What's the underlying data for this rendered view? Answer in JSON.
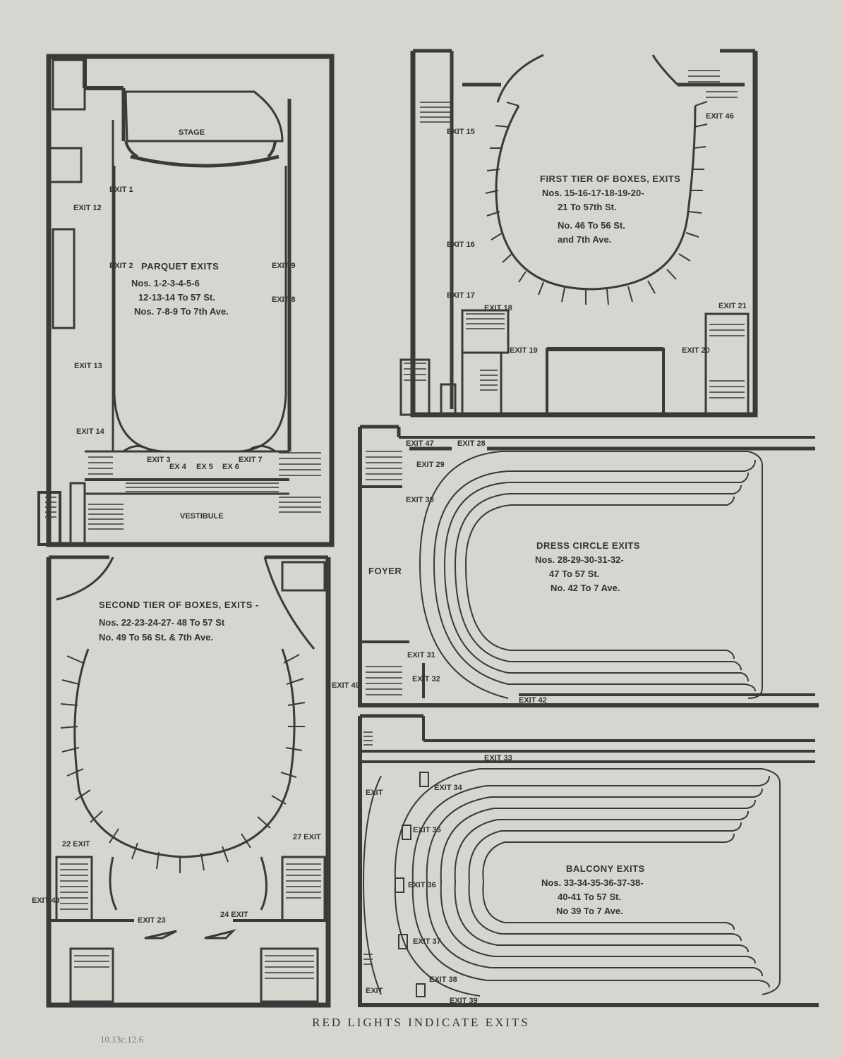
{
  "plans": {
    "parquet": {
      "stage": "STAGE",
      "vestibule": "VESTIBULE",
      "title": "PARQUET EXITS",
      "lines": [
        "Nos. 1-2-3-4-5-6",
        "12-13-14 To 57 St.",
        "Nos. 7-8-9 To 7th Ave."
      ],
      "exits": [
        "EXIT 1",
        "EXIT 2",
        "EXIT 12",
        "EXIT 13",
        "EXIT 14",
        "EXIT 3",
        "EX 4",
        "EX 5",
        "EX 6",
        "EXIT 7",
        "EXIT 9",
        "EXIT 8"
      ]
    },
    "first_tier": {
      "title": "FIRST TIER OF BOXES, EXITS",
      "lines": [
        "Nos. 15-16-17-18-19-20-",
        "21 To 57th St.",
        "No. 46 To 56 St.",
        "and 7th Ave."
      ],
      "exits": [
        "EXIT 15",
        "EXIT 16",
        "EXIT 17",
        "EXIT 18",
        "EXIT 19",
        "EXIT 20",
        "EXIT 21",
        "EXIT 46"
      ]
    },
    "second_tier": {
      "title": "SECOND TIER OF BOXES, EXITS -",
      "lines": [
        "Nos. 22-23-24-27- 48 To 57 St",
        "No. 49 To 56 St. & 7th Ave."
      ],
      "exits": [
        "EXIT 49",
        "22 EXIT",
        "27 EXIT",
        "EXIT 48",
        "EXIT 23",
        "24 EXIT"
      ]
    },
    "dress_circle": {
      "foyer": "FOYER",
      "title": "DRESS CIRCLE EXITS",
      "lines": [
        "Nos. 28-29-30-31-32-",
        "47 To 57 St.",
        "No. 42 To 7 Ave."
      ],
      "exits": [
        "EXIT 47",
        "EXIT 28",
        "EXIT 29",
        "EXIT 30",
        "EXIT 31",
        "EXIT 32",
        "EXIT 42"
      ]
    },
    "balcony": {
      "title": "BALCONY EXITS",
      "lines": [
        "Nos. 33-34-35-36-37-38-",
        "40-41 To 57 St.",
        "No 39 To 7 Ave."
      ],
      "exits": [
        "EXIT 33",
        "EXIT",
        "EXIT 34",
        "EXIT 35",
        "EXIT 36",
        "EXIT 37",
        "EXIT 38",
        "EXIT 39",
        "EXIT"
      ]
    }
  },
  "footer": "RED LIGHTS INDICATE EXITS",
  "handwritten_note": "10.13c.12.6",
  "colors": {
    "paper": "#d4d6cf",
    "ink": "#333333"
  }
}
